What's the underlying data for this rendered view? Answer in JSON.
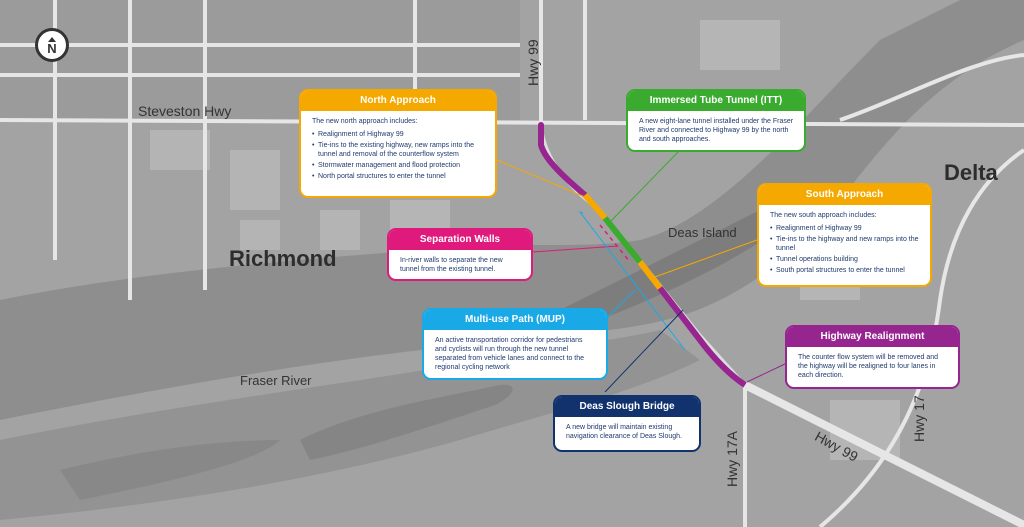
{
  "compass": {
    "label": "N",
    "icon": "north-arrow-icon"
  },
  "places": {
    "richmond": "Richmond",
    "delta": "Delta",
    "deas_island": "Deas Island",
    "fraser_river": "Fraser River",
    "steveston_hwy": "Steveston Hwy",
    "hwy99_north": "Hwy 99",
    "hwy99_south": "Hwy 99",
    "hwy17a": "Hwy 17A",
    "hwy17": "Hwy 17"
  },
  "colors": {
    "north_approach": "#f5a800",
    "itt": "#3aab2f",
    "south_approach": "#f5a800",
    "separation_walls": "#e0197d",
    "mup": "#19a9e6",
    "deas_slough": "#12326e",
    "highway_realignment": "#962590"
  },
  "callouts": {
    "north_approach": {
      "title": "North Approach",
      "intro": "The new north approach includes:",
      "items": [
        "Realignment of Highway 99",
        "Tie-ins to the existing highway, new ramps into the tunnel and removal of the counterflow system",
        "Stormwater management and flood protection",
        "North portal structures to enter the tunnel"
      ]
    },
    "itt": {
      "title": "Immersed Tube Tunnel (ITT)",
      "body": "A new eight-lane tunnel installed under the Fraser River and connected to Highway 99 by the north and south approaches."
    },
    "south_approach": {
      "title": "South Approach",
      "intro": "The new south approach includes:",
      "items": [
        "Realignment of Highway 99",
        "Tie-ins to the highway and new ramps into the tunnel",
        "Tunnel operations building",
        "South portal structures to enter the tunnel"
      ]
    },
    "separation_walls": {
      "title": "Separation Walls",
      "body": "In-river walls to separate the new tunnel from the existing tunnel."
    },
    "mup": {
      "title": "Multi-use Path (MUP)",
      "body": "An active transportation corridor for pedestrians and cyclists will run through the new tunnel separated from vehicle lanes and connect to the regional cycling network"
    },
    "deas_slough": {
      "title": "Deas Slough Bridge",
      "body": "A new bridge will maintain existing navigation clearance of Deas Slough."
    },
    "highway_realignment": {
      "title": "Highway Realignment",
      "body": "The counter flow system will be removed and the highway will be realigned to four lanes in each direction."
    }
  }
}
